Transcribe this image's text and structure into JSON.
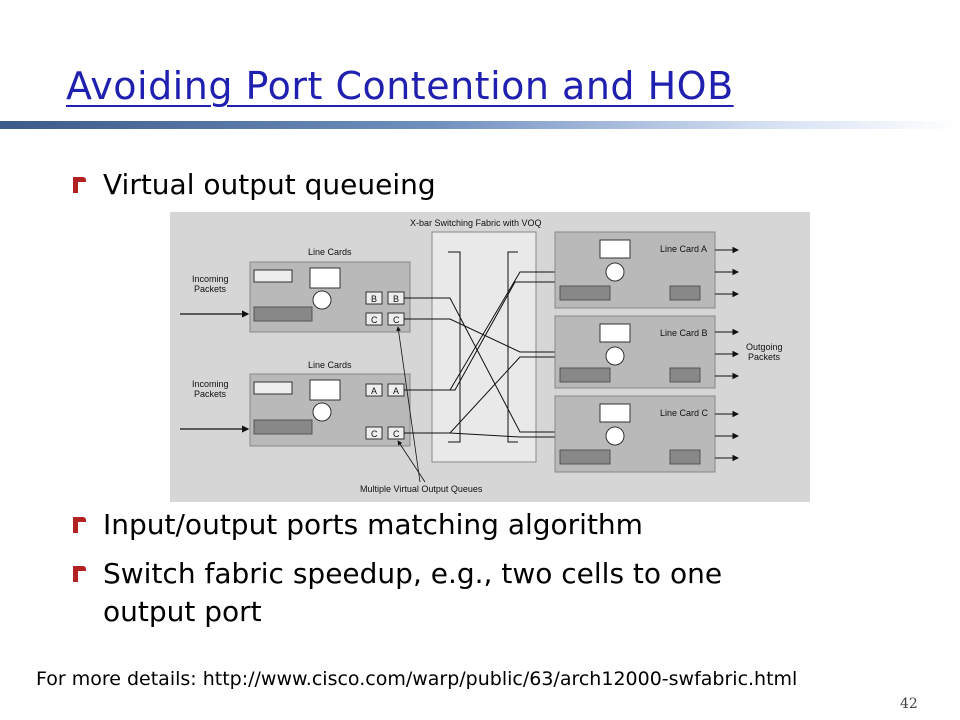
{
  "slide": {
    "title": "Avoiding Port Contention and HOB",
    "bullets": [
      "Virtual output queueing",
      "Input/output ports matching algorithm",
      "Switch fabric speedup, e.g., two cells to one",
      "output port"
    ],
    "footer": "For more details: http://www.cisco.com/warp/public/63/arch12000-swfabric.html",
    "page_number": "42"
  },
  "diagram": {
    "fabric_label": "X-bar Switching Fabric with VOQ",
    "line_cards_top": "Line Cards",
    "line_cards_bottom": "Line Cards",
    "incoming_1a": "Incoming",
    "incoming_1b": "Packets",
    "incoming_2a": "Incoming",
    "incoming_2b": "Packets",
    "queue_b1": "B",
    "queue_b2": "B",
    "queue_c1": "C",
    "queue_c2": "C",
    "queue_a1": "A",
    "queue_a2": "A",
    "queue_c3": "C",
    "queue_c4": "C",
    "card_a": "Line Card A",
    "card_b": "Line Card B",
    "card_c": "Line Card C",
    "outgoing_a": "Outgoing",
    "outgoing_b": "Packets",
    "voq_label": "Multiple Virtual Output Queues"
  },
  "colors": {
    "title": "#1f1fb0",
    "bullet": "#b22222"
  }
}
